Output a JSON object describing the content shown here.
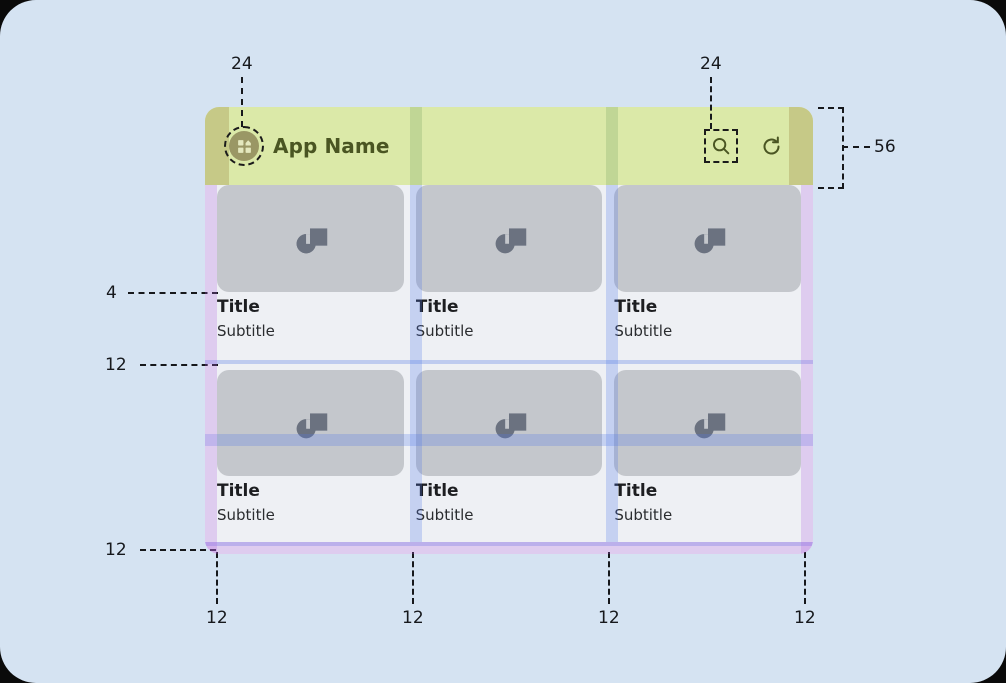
{
  "page": {
    "background_color": "#d5e3f2",
    "corner_radius": "36px",
    "kind": "material-layout-spec-mockup"
  },
  "device": {
    "background_color": "#eef0f4",
    "appbar": {
      "background_color": "#dbe9a8",
      "height_label": "56",
      "title": "App Name",
      "title_color": "#4a5522",
      "nav_icon": "dashboard-grid-icon",
      "actions": [
        {
          "name": "search-icon",
          "glyph": "search"
        },
        {
          "name": "refresh-icon",
          "glyph": "refresh"
        }
      ]
    },
    "grid": {
      "columns": 3,
      "rows": 2,
      "gutter": "12",
      "padding": "12",
      "title_gap": "4",
      "gutter_color": "#5078e6",
      "padding_color": "#b064e0",
      "cards": [
        {
          "media": "image-placeholder-icon",
          "title": "Title",
          "subtitle": "Subtitle"
        },
        {
          "media": "image-placeholder-icon",
          "title": "Title",
          "subtitle": "Subtitle"
        },
        {
          "media": "image-placeholder-icon",
          "title": "Title",
          "subtitle": "Subtitle"
        },
        {
          "media": "image-placeholder-icon",
          "title": "Title",
          "subtitle": "Subtitle"
        },
        {
          "media": "image-placeholder-icon",
          "title": "Title",
          "subtitle": "Subtitle"
        },
        {
          "media": "image-placeholder-icon",
          "title": "Title",
          "subtitle": "Subtitle"
        }
      ]
    }
  },
  "annotations": {
    "nav_icon_size": "24",
    "search_icon_size": "24",
    "appbar_height": "56",
    "title_offset": "4",
    "row_gap": "12",
    "bottom_padding": "12",
    "column_marks": [
      "12",
      "12",
      "12",
      "12"
    ]
  }
}
